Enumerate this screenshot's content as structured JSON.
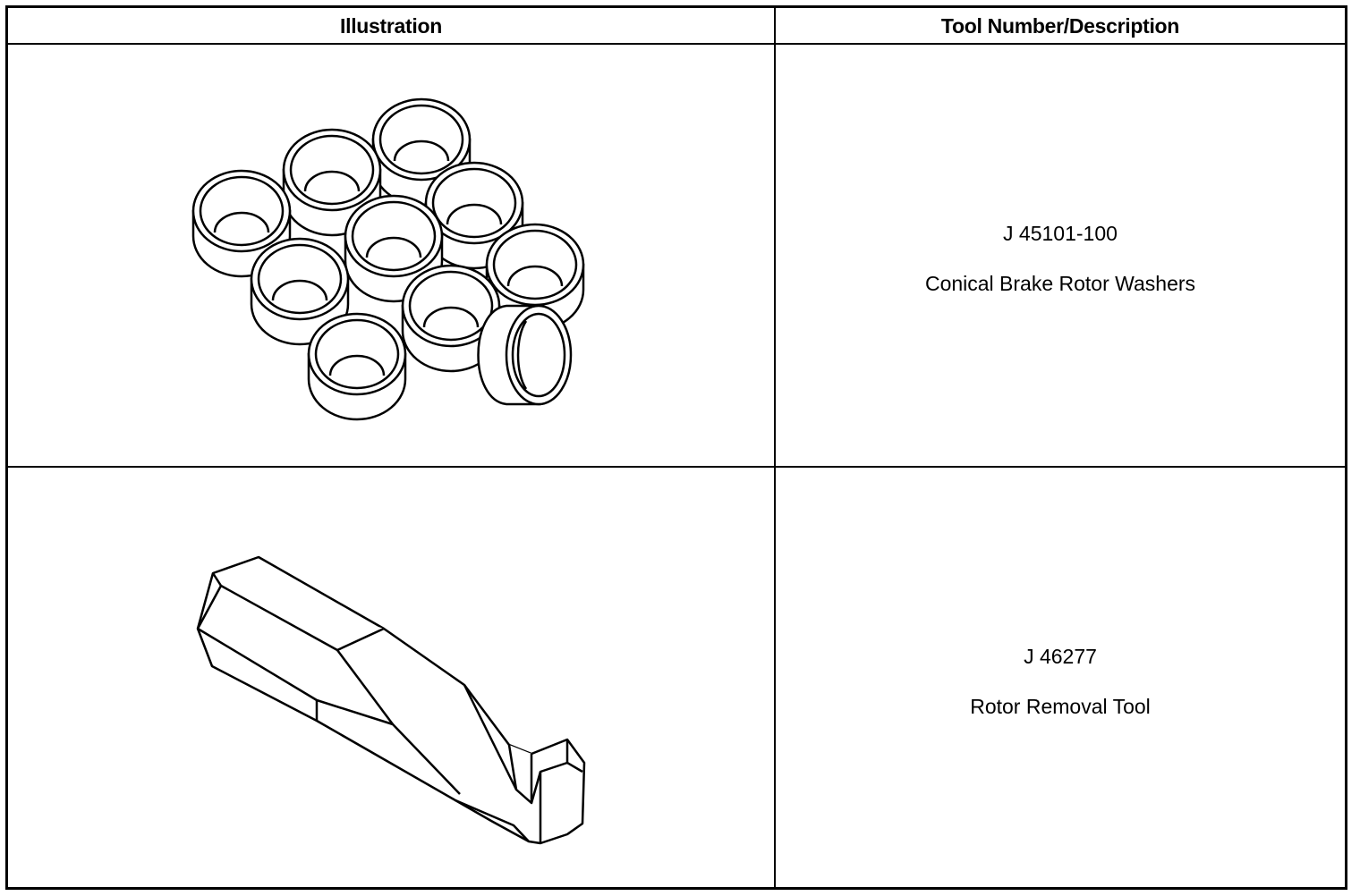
{
  "table": {
    "headers": {
      "illustration": "Illustration",
      "tool": "Tool Number/Description"
    },
    "rows": [
      {
        "tool_number": "J 45101-100",
        "description": "Conical Brake Rotor Washers",
        "illustration_icon": "conical-washers-icon"
      },
      {
        "tool_number": "J 46277",
        "description": "Rotor Removal Tool",
        "illustration_icon": "rotor-removal-tool-icon"
      }
    ]
  }
}
